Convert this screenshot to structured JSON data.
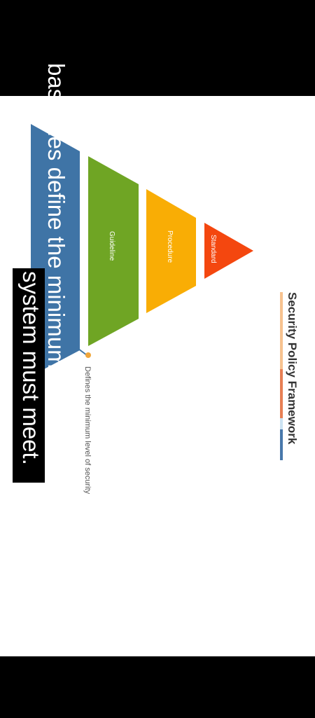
{
  "slide": {
    "title": "Security Policy Framework",
    "layers": [
      {
        "label": "Standard",
        "color": "#f4470f"
      },
      {
        "label": "Procedure",
        "color": "#f9ad05"
      },
      {
        "label": "Guideline",
        "color": "#6fa524"
      },
      {
        "label": "",
        "color": "#3f74a6"
      }
    ],
    "callout": "Defines the minimum level of security",
    "accent_colors": [
      "#f7c28f",
      "#e77f54",
      "#cce3f2",
      "#4878ab"
    ],
    "dot_color": "#f0a63c"
  },
  "caption": {
    "line1": "baselines define the minimum level of security that every",
    "line2": "system must meet."
  }
}
